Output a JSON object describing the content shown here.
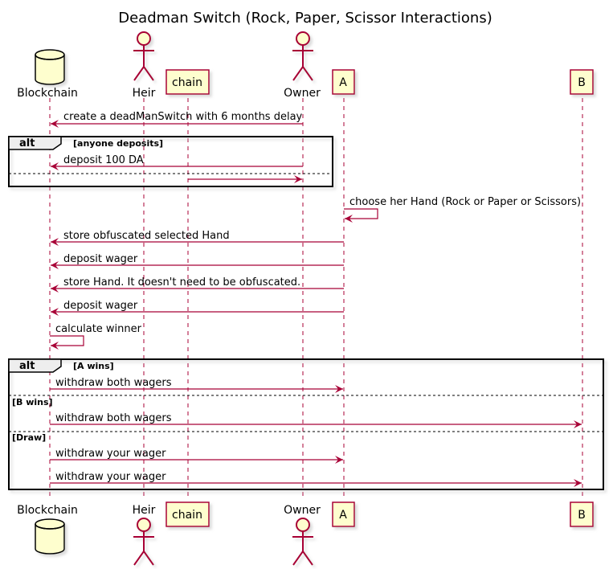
{
  "title": "Deadman Switch (Rock, Paper, Scissor Interactions)",
  "participants": [
    {
      "id": "blockchain",
      "label": "Blockchain",
      "kind": "database"
    },
    {
      "id": "heir",
      "label": "Heir",
      "kind": "actor"
    },
    {
      "id": "chain",
      "label": "chain",
      "kind": "box"
    },
    {
      "id": "owner",
      "label": "Owner",
      "kind": "actor"
    },
    {
      "id": "a",
      "label": "A",
      "kind": "box"
    },
    {
      "id": "b",
      "label": "B",
      "kind": "box"
    }
  ],
  "messages": [
    {
      "from": "owner",
      "to": "blockchain",
      "label": "create a deadManSwitch with 6 months delay"
    },
    {
      "from": "owner",
      "to": "blockchain",
      "label": "deposit 100 DA"
    },
    {
      "from": "chain",
      "to": "owner",
      "label": ""
    },
    {
      "from": "a",
      "to": "a",
      "label": "choose her Hand (Rock or Paper or Scissors)"
    },
    {
      "from": "a",
      "to": "blockchain",
      "label": "store obfuscated selected Hand"
    },
    {
      "from": "a",
      "to": "blockchain",
      "label": "deposit wager"
    },
    {
      "from": "a",
      "to": "blockchain",
      "label": "store Hand. It doesn't need to be obfuscated."
    },
    {
      "from": "a",
      "to": "blockchain",
      "label": "deposit wager"
    },
    {
      "from": "blockchain",
      "to": "blockchain",
      "label": "calculate winner"
    },
    {
      "from": "blockchain",
      "to": "a",
      "label": "withdraw both wagers"
    },
    {
      "from": "blockchain",
      "to": "b",
      "label": "withdraw both wagers"
    },
    {
      "from": "blockchain",
      "to": "a",
      "label": "withdraw your wager"
    },
    {
      "from": "blockchain",
      "to": "b",
      "label": "withdraw your wager"
    }
  ],
  "fragments": [
    {
      "operator": "alt",
      "guards": [
        "[anyone deposits]"
      ]
    },
    {
      "operator": "alt",
      "guards": [
        "[A wins]",
        "[B wins]",
        "[Draw]"
      ]
    }
  ],
  "colors": {
    "line": "#a80036",
    "box_fill": "#fefece",
    "frame": "#000000",
    "text": "#000000"
  }
}
